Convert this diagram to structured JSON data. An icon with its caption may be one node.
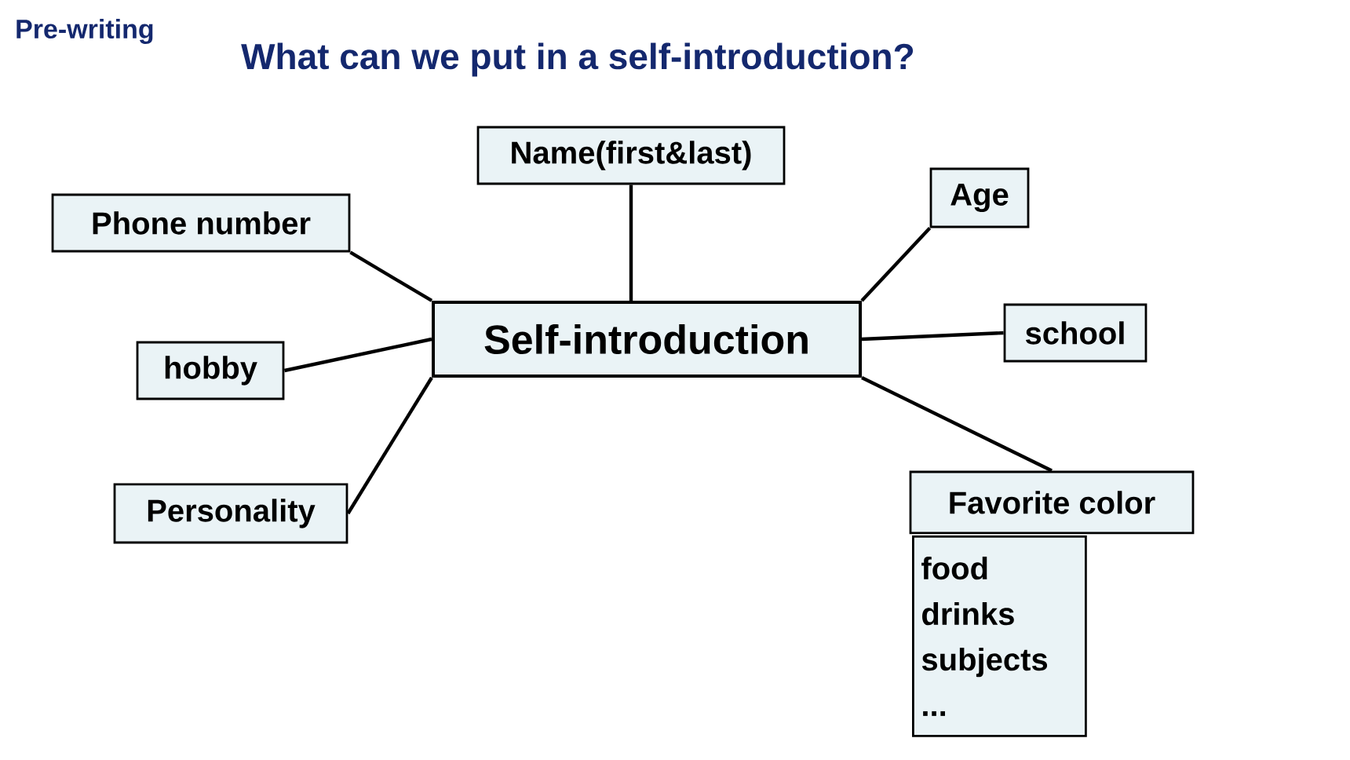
{
  "diagram": {
    "title": "What can we put in a self-introduction?",
    "nodes": [
      {
        "text": [
          "Self-introduction"
        ]
      },
      {
        "text": [
          "Name(first&last)"
        ]
      },
      {
        "text": [
          "Phone number"
        ]
      },
      {
        "text": [
          "Age"
        ]
      },
      {
        "text": [
          "school"
        ]
      },
      {
        "text": [
          "hobby"
        ]
      },
      {
        "text": [
          "Personality"
        ]
      },
      {
        "text": [
          "Favorite color"
        ]
      },
      {
        "text": [
          "food",
          "drinks",
          "subjects",
          "..."
        ]
      }
    ],
    "edges": [
      {
        "from": 0,
        "to": 1,
        "arrow": "none"
      },
      {
        "from": 0,
        "to": 2,
        "arrow": "none"
      },
      {
        "from": 0,
        "to": 3,
        "arrow": "none"
      },
      {
        "from": 0,
        "to": 4,
        "arrow": "none"
      },
      {
        "from": 0,
        "to": 5,
        "arrow": "none"
      },
      {
        "from": 0,
        "to": 6,
        "arrow": "none"
      },
      {
        "from": 0,
        "to": 7,
        "arrow": "none"
      }
    ],
    "labels": [
      "Pre-writing"
    ]
  }
}
